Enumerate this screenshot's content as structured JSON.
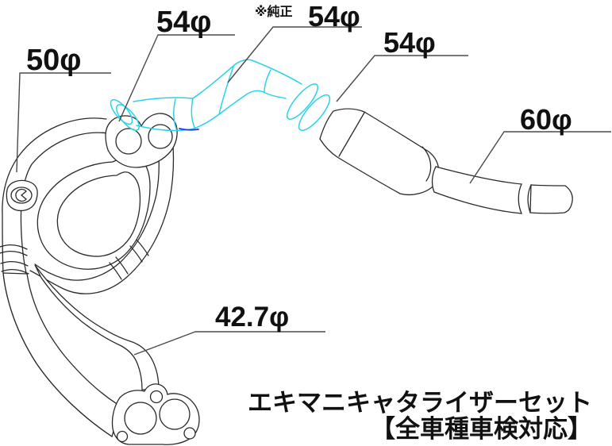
{
  "diagram": {
    "dimension_labels": {
      "collector_pipe": "50φ",
      "front_pipe": "54φ",
      "oem_note": "※純正",
      "oem_pipe": "54φ",
      "cat_inlet_pipe": "54φ",
      "tail_pipe": "60φ",
      "downpipe": "42.7φ"
    },
    "caption": {
      "line1": "エキマニキャタライザーセット",
      "line2": "【全車種車検対応】"
    },
    "colors": {
      "line": "#2a2a2a",
      "highlight": "#29d3e8",
      "seam_blue": "#2233ee",
      "leader": "#4a4a4a",
      "text": "#111111",
      "background": "#ffffff"
    }
  }
}
